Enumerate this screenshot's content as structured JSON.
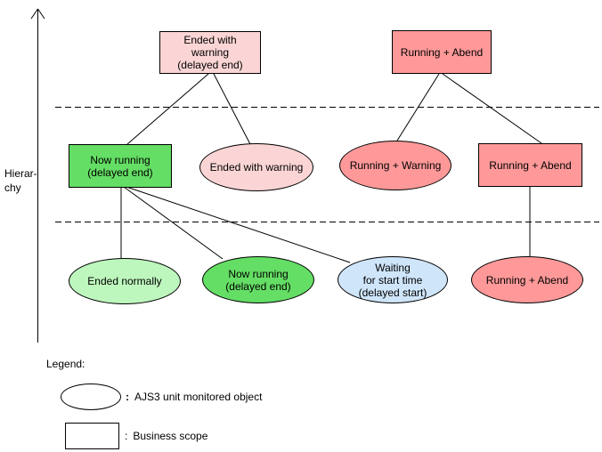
{
  "axis": {
    "label_line1": "Hierar-",
    "label_line2": "chy"
  },
  "nodes": [
    {
      "id": "ended-with-warning-delayed-end-box",
      "shape": "rect",
      "color": "#FBD5D5",
      "lines": [
        "Ended with",
        "warning",
        "(delayed end)"
      ]
    },
    {
      "id": "running-abend-top-box",
      "shape": "rect",
      "color": "#FF9999",
      "lines": [
        "Running + Abend"
      ]
    },
    {
      "id": "now-running-delayed-end-box",
      "shape": "rect",
      "color": "#64DE64",
      "lines": [
        "Now running",
        "(delayed end)"
      ]
    },
    {
      "id": "ended-with-warning-ellipse",
      "shape": "ellipse",
      "color": "#FBD5D5",
      "lines": [
        "Ended with warning"
      ]
    },
    {
      "id": "running-warning-ellipse",
      "shape": "ellipse",
      "color": "#FF9999",
      "lines": [
        "Running + Warning"
      ]
    },
    {
      "id": "running-abend-mid-box",
      "shape": "rect",
      "color": "#FF9999",
      "lines": [
        "Running + Abend"
      ]
    },
    {
      "id": "ended-normally-ellipse",
      "shape": "ellipse",
      "color": "#BDF7BD",
      "lines": [
        "Ended normally"
      ]
    },
    {
      "id": "now-running-delayed-end-ellipse",
      "shape": "ellipse",
      "color": "#64DE64",
      "lines": [
        "Now running",
        "(delayed end)"
      ]
    },
    {
      "id": "waiting-for-start-time-ellipse",
      "shape": "ellipse",
      "color": "#CFE5FA",
      "lines": [
        "Waiting",
        "for start time",
        "(delayed start)"
      ]
    },
    {
      "id": "running-abend-bottom-ellipse",
      "shape": "ellipse",
      "color": "#FF9999",
      "lines": [
        "Running + Abend"
      ]
    }
  ],
  "legend": {
    "title": "Legend:",
    "items": [
      {
        "symbol": "ellipse",
        "separator": ":",
        "label": "AJS3 unit monitored object"
      },
      {
        "symbol": "rectangle",
        "separator": ":",
        "label": "Business scope"
      }
    ]
  },
  "colors": {
    "pink": "#FBD5D5",
    "red": "#FF9999",
    "green": "#64DE64",
    "light_green": "#BDF7BD",
    "light_blue": "#CFE5FA",
    "line": "#000000"
  }
}
